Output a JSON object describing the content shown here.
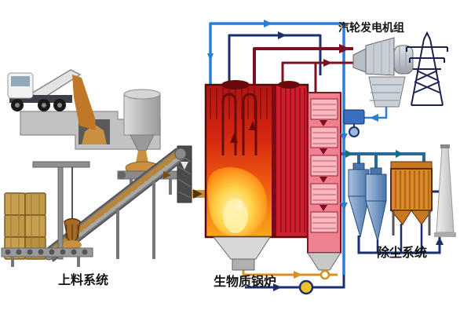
{
  "labels": {
    "turbine_generator_unit": "汽轮发电机组",
    "feeding_system": "上料系统",
    "biomass_boiler": "生物质锅炉",
    "dust_removal_system": "除尘系统"
  },
  "colors": {
    "background": "#ffffff",
    "label_text": "#111111",
    "boiler_red": "#c01818",
    "flame_yellow": "#ffd34a",
    "flame_orange": "#ff9018",
    "backpass_pink": "#ee8090",
    "pipe_steam_maroon": "#7a1020",
    "pipe_water_blue": "#2a7fd4",
    "pipe_navy": "#1a2f6e",
    "flue_teal": "#1a6a8a",
    "ash_orange": "#d89020",
    "biomass_gold": "#c89040",
    "bale_tan": "#c9a050",
    "machine_gray": "#b8b8b8",
    "cyclone_blue": "#6a94c4",
    "baghouse_orange": "#e08a2a",
    "chimney_gray": "#d9d9d9",
    "pylon_navy": "#1a2350"
  }
}
